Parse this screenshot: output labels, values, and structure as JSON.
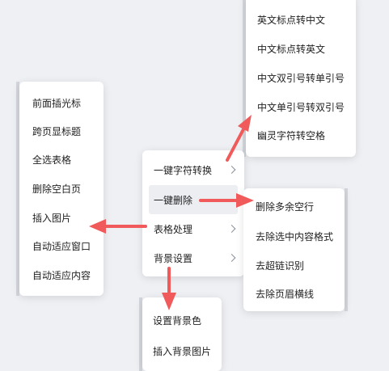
{
  "main_menu": {
    "items": [
      {
        "label": "一键字符转换",
        "has_submenu": true
      },
      {
        "label": "一键删除",
        "has_submenu": false
      },
      {
        "label": "表格处理",
        "has_submenu": true
      },
      {
        "label": "背景设置",
        "has_submenu": true
      }
    ]
  },
  "char_convert_menu": {
    "items": [
      {
        "label": "英文标点转中文"
      },
      {
        "label": "中文标点转英文"
      },
      {
        "label": "中文双引号转单引号"
      },
      {
        "label": "中文单引号转双引号"
      },
      {
        "label": "幽灵字符转空格"
      }
    ]
  },
  "delete_menu": {
    "items": [
      {
        "label": "删除多余空行"
      },
      {
        "label": "去除选中内容格式"
      },
      {
        "label": "去超链识别"
      },
      {
        "label": "去除页眉横线"
      }
    ]
  },
  "table_menu": {
    "items": [
      {
        "label": "前面插光标"
      },
      {
        "label": "跨页显标题"
      },
      {
        "label": "全选表格"
      },
      {
        "label": "删除空白页"
      },
      {
        "label": "插入图片"
      },
      {
        "label": "自动适应窗口"
      },
      {
        "label": "自动适应内容"
      }
    ]
  },
  "background_menu": {
    "items": [
      {
        "label": "设置背景色"
      },
      {
        "label": "插入背景图片"
      }
    ]
  },
  "colors": {
    "annotation_arrow": "#f05a5a",
    "highlight": "#eceef2",
    "menu_bg": "#ffffff",
    "page_bg": "#eef0f4"
  }
}
